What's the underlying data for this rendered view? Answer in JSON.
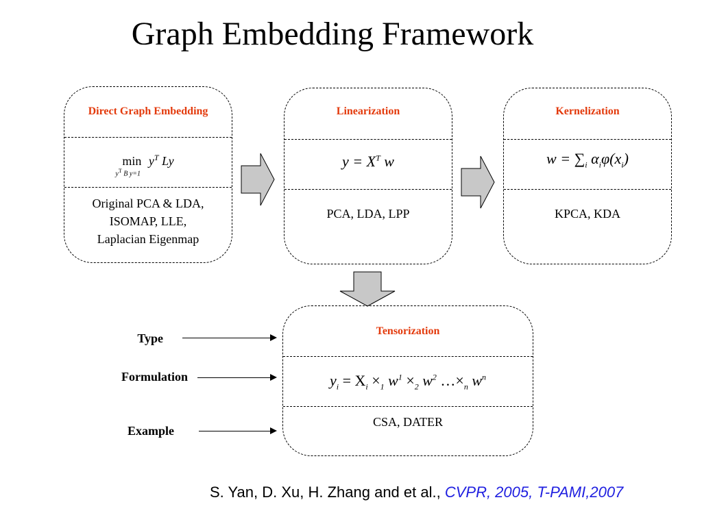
{
  "title": "Graph Embedding Framework",
  "accent_color": "#e33a0c",
  "boxes": {
    "direct": {
      "heading": "Direct Graph Embedding",
      "formula_main": "min",
      "formula_sub": "y",
      "formula_sub_sup": "T",
      "formula_sub_rest": "B y=1",
      "formula_body": "y",
      "formula_body_sup": "T",
      "formula_body_rest": " Ly",
      "examples": [
        "Original PCA & LDA,",
        "ISOMAP, LLE,",
        "Laplacian Eigenmap"
      ]
    },
    "linearization": {
      "heading": "Linearization",
      "formula": "y = X",
      "formula_sup": "T",
      "formula_rest": " w",
      "examples": "PCA, LDA, LPP"
    },
    "kernelization": {
      "heading": "Kernelization",
      "formula": "w = ∑",
      "formula_sub": "i",
      "formula_rest": " α",
      "formula_sub2": "i",
      "formula_rest2": "φ(x",
      "formula_sub3": "i",
      "formula_rest3": ")",
      "examples": "KPCA, KDA"
    },
    "tensorization": {
      "heading": "Tensorization",
      "formula_parts": {
        "y": "y",
        "y_sub": "i",
        "eq": " = X",
        "x_sub": "i",
        "t1": " ×",
        "t1_sub": "1",
        "w1": " w",
        "w1_sup": "1",
        "t2": " ×",
        "t2_sub": "2",
        "w2": " w",
        "w2_sup": "2",
        "dots": " …×",
        "tn_sub": "n",
        "wn": " w",
        "wn_sup": "n"
      },
      "examples": "CSA, DATER"
    }
  },
  "row_labels": {
    "type": "Type",
    "formulation": "Formulation",
    "example": "Example"
  },
  "citation": {
    "authors": "S. Yan, D. Xu, H. Zhang and et al., ",
    "venue": "CVPR, 2005, T-PAMI,2007"
  }
}
